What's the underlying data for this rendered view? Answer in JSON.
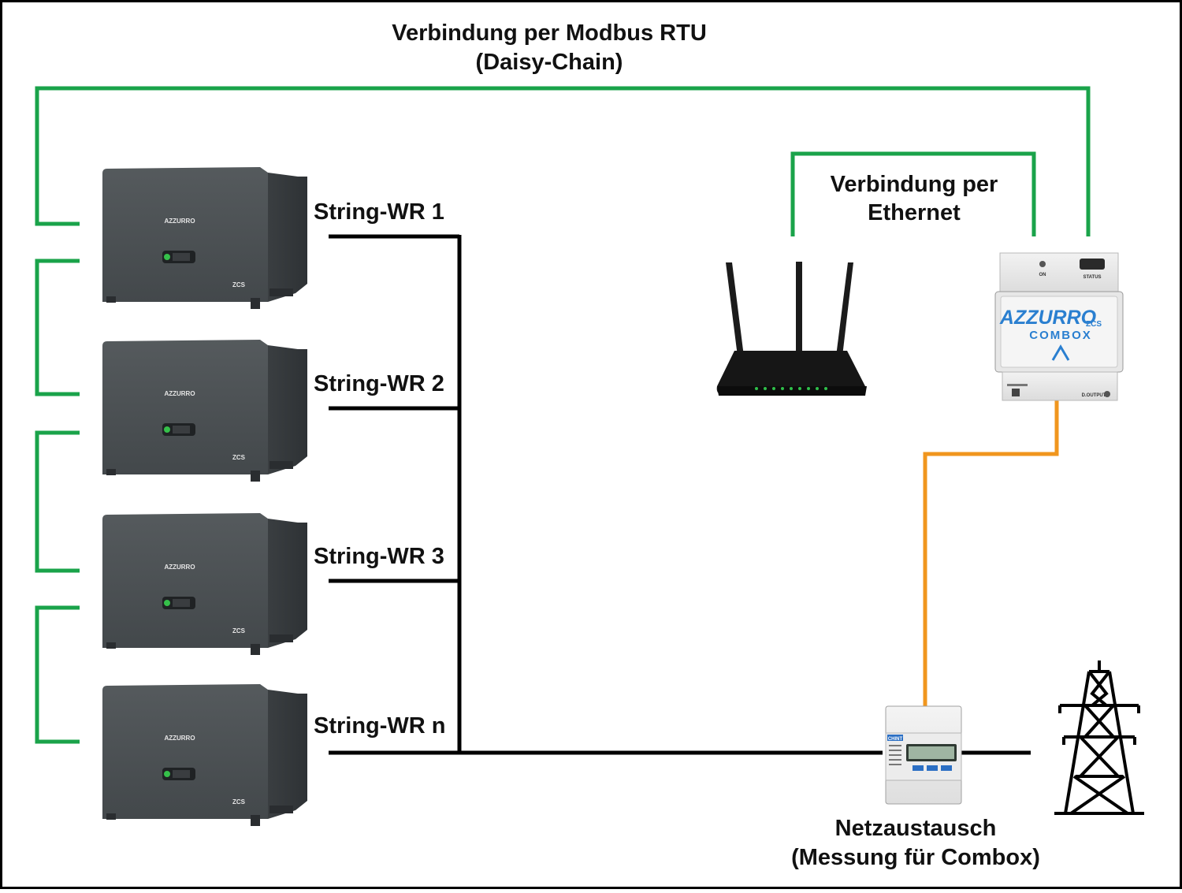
{
  "title": {
    "line1": "Verbindung per Modbus RTU",
    "line2": "(Daisy-Chain)"
  },
  "ethernet": {
    "line1": "Verbindung per",
    "line2": "Ethernet"
  },
  "inverters": [
    {
      "label": "String-WR 1",
      "brand": "AZZURRO",
      "mark": "ZCS"
    },
    {
      "label": "String-WR 2",
      "brand": "AZZURRO",
      "mark": "ZCS"
    },
    {
      "label": "String-WR 3",
      "brand": "AZZURRO",
      "mark": "ZCS"
    },
    {
      "label": "String-WR n",
      "brand": "AZZURRO",
      "mark": "ZCS"
    }
  ],
  "combox": {
    "brand": "AZZURRO",
    "sub": "ZCS",
    "product": "COMBOX",
    "on_label": "ON",
    "status_label": "STATUS",
    "output_label": "D.OUTPUT"
  },
  "meter": {
    "brand": "CHINT",
    "caption_line1": "Netzaustausch",
    "caption_line2": "(Messung für Combox)"
  },
  "colors": {
    "modbus_line": "#1aa34a",
    "ethernet_line": "#1aa34a",
    "meter_line": "#f0961e",
    "power_line": "#000000",
    "inverter_body": "#4a4f52",
    "frame": "#000000"
  },
  "icons": [
    "inverter-icon",
    "router-icon",
    "combox-icon",
    "energy-meter-icon",
    "power-pylon-icon"
  ]
}
